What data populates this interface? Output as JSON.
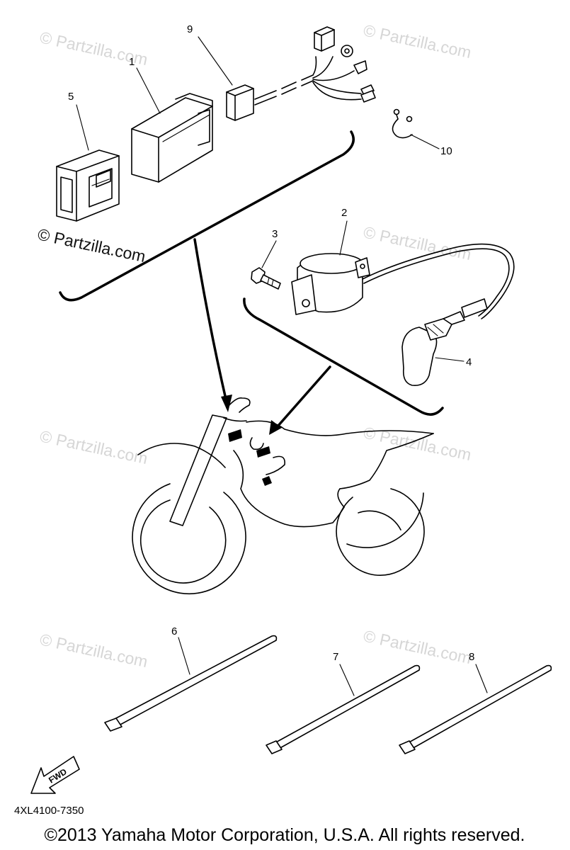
{
  "diagram": {
    "watermarks": [
      "© Partzilla.com",
      "© Partzilla.com",
      "© Partzilla.com",
      "© Partzilla.com",
      "© Partzilla.com",
      "© Partzilla.com",
      "© Partzilla.com"
    ],
    "callouts": {
      "part_1": "1",
      "part_2": "2",
      "part_3": "3",
      "part_4": "4",
      "part_5": "5",
      "part_6": "6",
      "part_7": "7",
      "part_8": "8",
      "part_9": "9",
      "part_10": "10"
    },
    "fwd_label": "FWD",
    "diagram_code": "4XL4100-7350",
    "copyright": "©2013  Yamaha Motor Corporation, U.S.A. All rights reserved."
  }
}
